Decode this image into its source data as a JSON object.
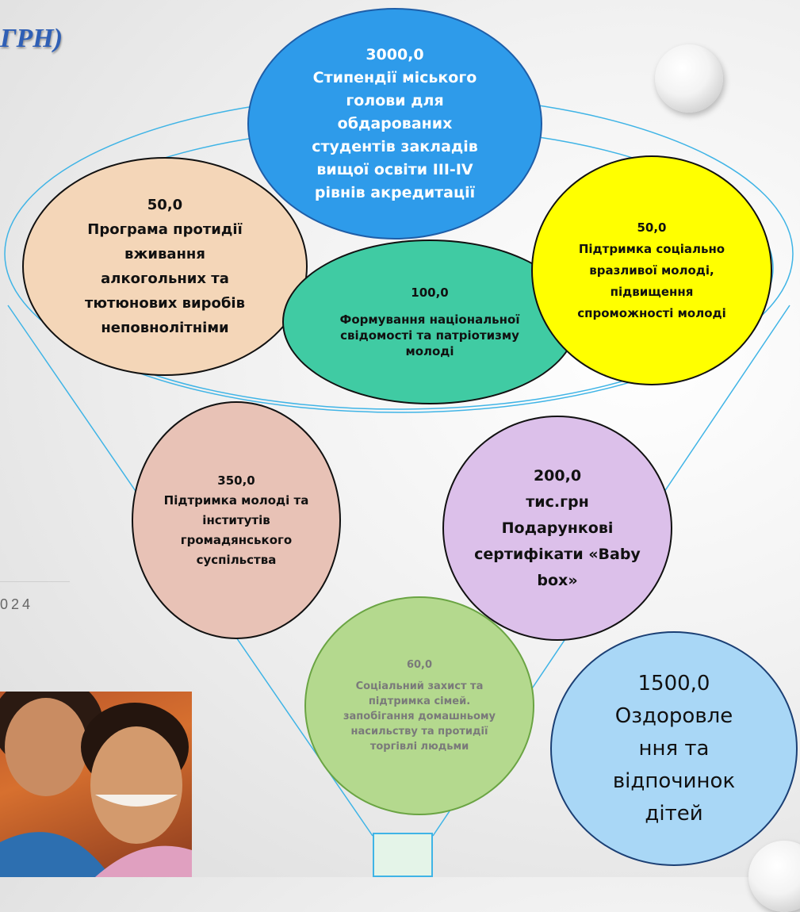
{
  "title_fragment_top": "",
  "title_fragment": "ГРН)",
  "year_fragment": "024",
  "bubbles": {
    "mayor_scholarships": {
      "value": "3000,0",
      "label": "Стипендії міського голови  для обдарованих студентів закладів вищої освіти ІІІ-IV рівнів акредитації"
    },
    "anti_alcohol": {
      "value": "50,0",
      "label": "Програма протидії вживання алкогольних та тютюнових виробів неповнолітніми"
    },
    "national_identity": {
      "value": "100,0",
      "label": "Формування національної свідомості та патріотизму молоді"
    },
    "vulnerable_youth": {
      "value": "50,0",
      "label": "Підтримка соціально вразливої молоді, підвищення спроможності молоді"
    },
    "youth_civil_society": {
      "value": "350,0",
      "label": "Підтримка молоді та інститутів громадянського суспільства"
    },
    "baby_box": {
      "value": "200,0",
      "unit": "тис.грн",
      "label": "Подарункові сертифікати «Baby box»"
    },
    "family_protection": {
      "value": "60,0",
      "label": "Соціальний захист та підтримка сімей. запобігання домашньому насильству та протидії торгівлі людьми"
    },
    "recreation": {
      "value": "1500,0",
      "label": "Оздоровле ння та відпочинок дітей"
    }
  },
  "colors": {
    "funnel_line": "#3fb4e6",
    "blue": "#2e9bea",
    "peach": "#f4d6b8",
    "teal": "#40cba3",
    "yellow": "#ffff00",
    "pink": "#e8c2b6",
    "lilac": "#dcc0ea",
    "green": "#b4d98e",
    "light_blue": "#a9d7f6"
  }
}
